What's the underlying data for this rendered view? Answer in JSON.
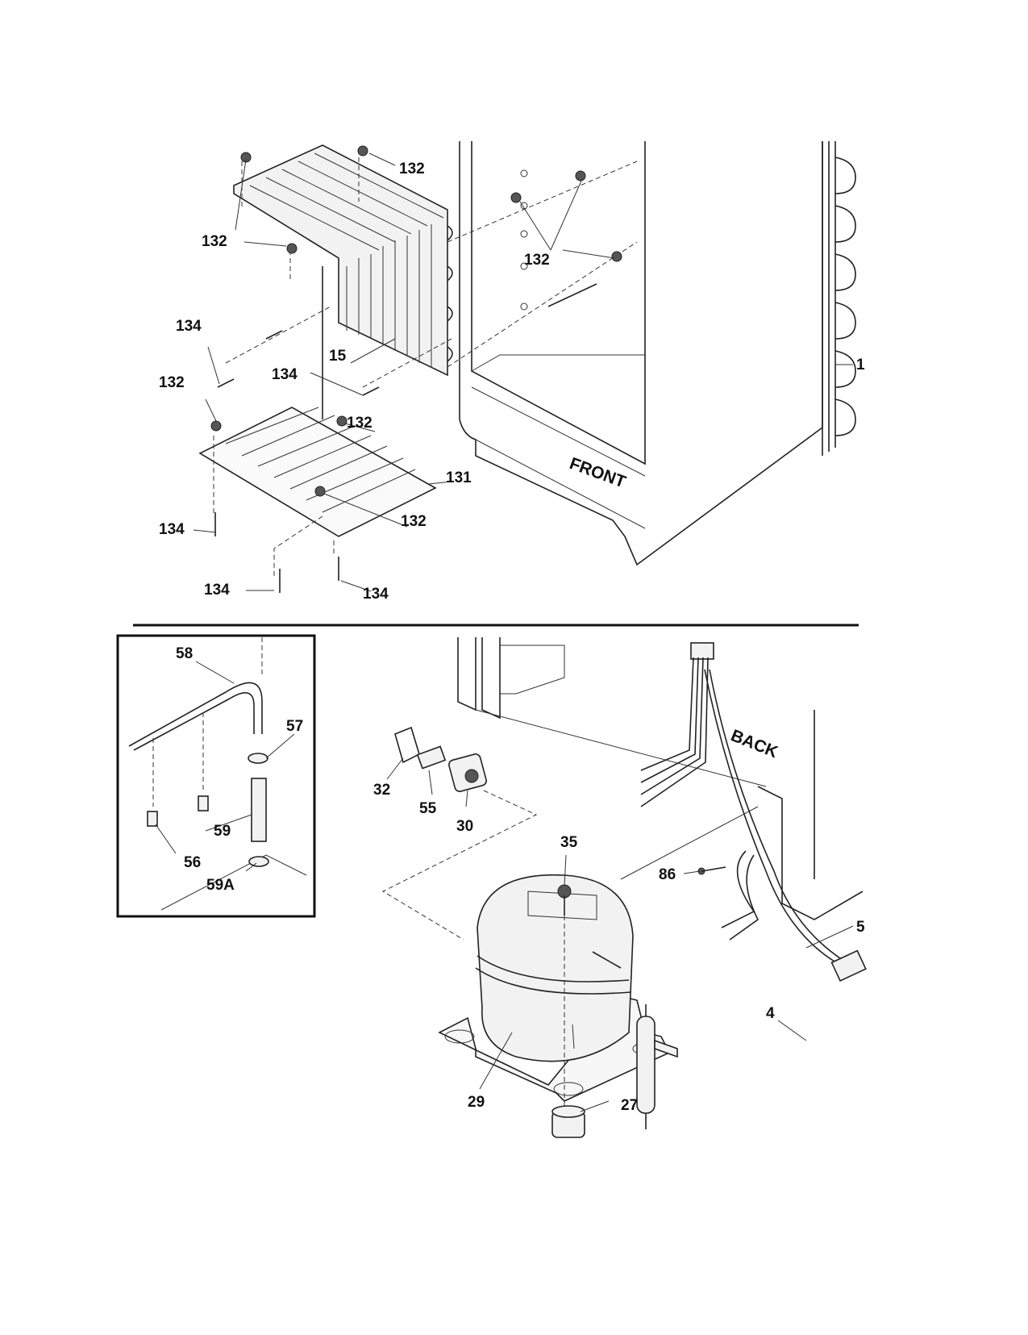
{
  "diagram": {
    "words": {
      "front": "FRONT",
      "back": "BACK"
    },
    "labels": {
      "p132_a": "132",
      "p132_b": "132",
      "p132_c": "132",
      "p132_d": "132",
      "p132_e": "132",
      "p132_f": "132",
      "p134_a": "134",
      "p134_b": "134",
      "p134_c": "134",
      "p134_d": "134",
      "p134_e": "134",
      "p15": "15",
      "p1": "1",
      "p131": "131",
      "p58": "58",
      "p57": "57",
      "p59": "59",
      "p56": "56",
      "p59a": "59A",
      "p32": "32",
      "p55": "55",
      "p30": "30",
      "p35": "35",
      "p86": "86",
      "p5": "5",
      "p4": "4",
      "p29": "29",
      "p27": "27"
    }
  }
}
